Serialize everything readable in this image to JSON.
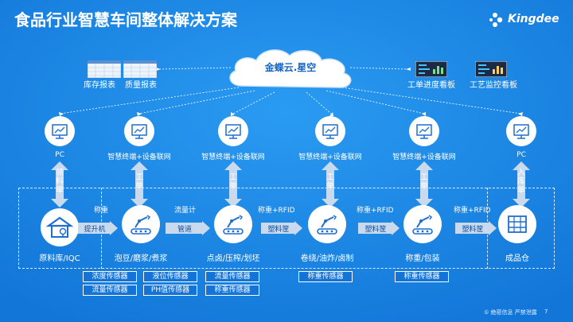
{
  "title": "食品行业智慧车间整体解决方案",
  "logo": {
    "text": "Kingdee",
    "icon": "kingdee-dots-icon"
  },
  "cloud": {
    "label": "金蝶云.星空",
    "icon": "cloud-icon"
  },
  "reports": [
    {
      "label": "库存报表",
      "icon": "spreadsheet-icon"
    },
    {
      "label": "质量报表",
      "icon": "spreadsheet-icon"
    }
  ],
  "boards": [
    {
      "label": "工单进度看板",
      "icon": "dashboard-icon"
    },
    {
      "label": "工艺监控看板",
      "icon": "dashboard-icon"
    }
  ],
  "terminals": [
    {
      "label": "PC",
      "icon": "monitor-icon"
    },
    {
      "label": "智慧终端+设备联网",
      "icon": "monitor-icon"
    },
    {
      "label": "智慧终端+设备联网",
      "icon": "monitor-icon"
    },
    {
      "label": "智慧终端+设备联网",
      "icon": "monitor-icon"
    },
    {
      "label": "智慧终端+设备联网",
      "icon": "monitor-icon"
    },
    {
      "label": "PC",
      "icon": "monitor-icon"
    }
  ],
  "documents": [
    {
      "label": "领料单",
      "chars": [
        "领",
        "料",
        "单"
      ]
    },
    {
      "label": "工单",
      "chars": [
        "工",
        "单"
      ]
    },
    {
      "label": "工单",
      "chars": [
        "工",
        "单"
      ]
    },
    {
      "label": "工单",
      "chars": [
        "工",
        "单"
      ]
    },
    {
      "label": "工单",
      "chars": [
        "工",
        "单"
      ]
    },
    {
      "label": "入库单",
      "chars": [
        "入",
        "库",
        "单"
      ]
    }
  ],
  "stations": [
    {
      "label": "原料库/IQC",
      "icon": "warehouse-icon"
    },
    {
      "label": "泡豆/磨浆/煮浆",
      "icon": "robot-arm-icon"
    },
    {
      "label": "点卤/压榨/划坯",
      "icon": "robot-arm-icon"
    },
    {
      "label": "卷绕/油炸/卤制",
      "icon": "robot-arm-icon"
    },
    {
      "label": "称重/包装",
      "icon": "robot-arm-icon"
    },
    {
      "label": "成品仓",
      "icon": "shelf-icon"
    }
  ],
  "flows": [
    {
      "arrow_label": "提升机",
      "top_label": "称重"
    },
    {
      "arrow_label": "管道",
      "top_label": "流量计"
    },
    {
      "arrow_label": "塑料筐",
      "top_label": "称重+RFID"
    },
    {
      "arrow_label": "塑料筐",
      "top_label": "称重+RFID"
    },
    {
      "arrow_label": "塑料筐",
      "top_label": "称重+RFID"
    }
  ],
  "sensors": [
    "浓度传感器",
    "流量传感器",
    "液位传感器",
    "PH值传感器",
    "流量传感器",
    "称重传感器",
    "称重传感器",
    "称重传感器"
  ],
  "footer": {
    "note": "① 绝密信息 严禁泄露",
    "page": "7"
  },
  "colors": {
    "background": "#1689e6",
    "card_white": "#ffffff",
    "arrow_fill": "#c9d9ee",
    "icon_blue": "#1f6fd0",
    "sensor_fill": "#1373d6"
  }
}
